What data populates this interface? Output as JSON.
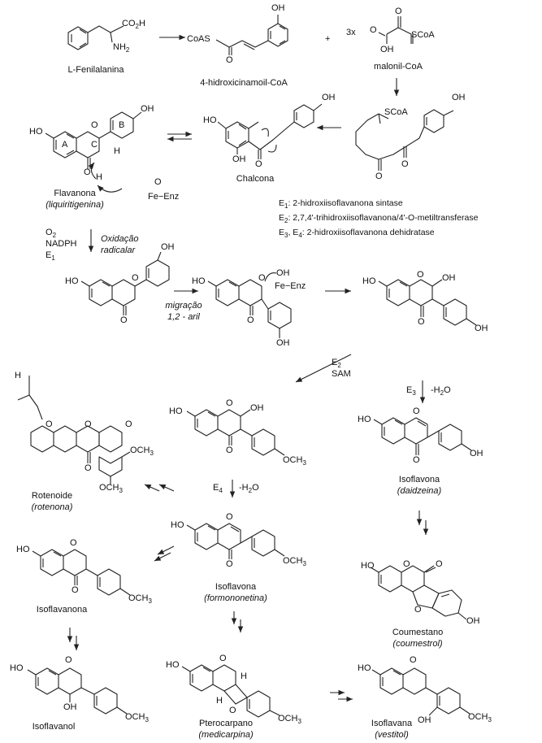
{
  "enzymes": {
    "e1": {
      "code": "E",
      "sub": "1",
      "text": ": 2-hidroxiisoflavanona sintase"
    },
    "e2": {
      "code": "E",
      "sub": "2",
      "text": ": 2,7,4'-trihidroxiisoflavanona/4'-O-metiltransferase"
    },
    "e34": {
      "code": "E",
      "sub3": "3",
      "mid": ", E",
      "sub4": "4",
      "text": ": 2-hidroxiisoflavanona dehidratase"
    }
  },
  "compounds": {
    "phe": "L-Fenilalanina",
    "cinnamoyl": "4-hidroxicinamoil-CoA",
    "malonyl": "malonil-CoA",
    "chalcone": "Chalcona",
    "flavanone": "Flavanona",
    "flavanone_sub": "liquiritigenina",
    "rotenoid": "Rotenoide",
    "rotenoid_sub": "rotenona",
    "isoflavone1": "Isoflavona",
    "isoflavone1_sub": "daidzeina",
    "isoflavone2": "Isoflavona",
    "isoflavone2_sub": "formononetina",
    "isoflavanone": "Isoflavanona",
    "isoflavanol": "Isoflavanol",
    "coumestan": "Coumestano",
    "coumestan_sub": "coumestrol",
    "pterocarpan": "Pterocarpano",
    "pterocarpan_sub": "medicarpina",
    "isoflavan": "Isoflavana",
    "isoflavan_sub": "vestitol"
  },
  "reagents": {
    "plus": "+",
    "threex": "3x",
    "o2": "O2",
    "nadph": "NADPH",
    "e1": "E1",
    "oxid1": "Oxidação",
    "oxid2": "radicalar",
    "mig1": "migração",
    "mig2": "1,2 - aril",
    "e2": "E2",
    "sam": "SAM",
    "e3": "E3",
    "h2o": "-H2O",
    "e4": "E4"
  },
  "atoms": {
    "ho": "HO",
    "oh": "OH",
    "o": "O",
    "h": "H",
    "co2h": "CO2H",
    "nh2": "NH2",
    "coas": "CoAS",
    "scoa": "SCoA",
    "ring_a": "A",
    "ring_b": "B",
    "ring_c": "C",
    "fe_enz": "Fe−Enz",
    "och3": "OCH3"
  }
}
